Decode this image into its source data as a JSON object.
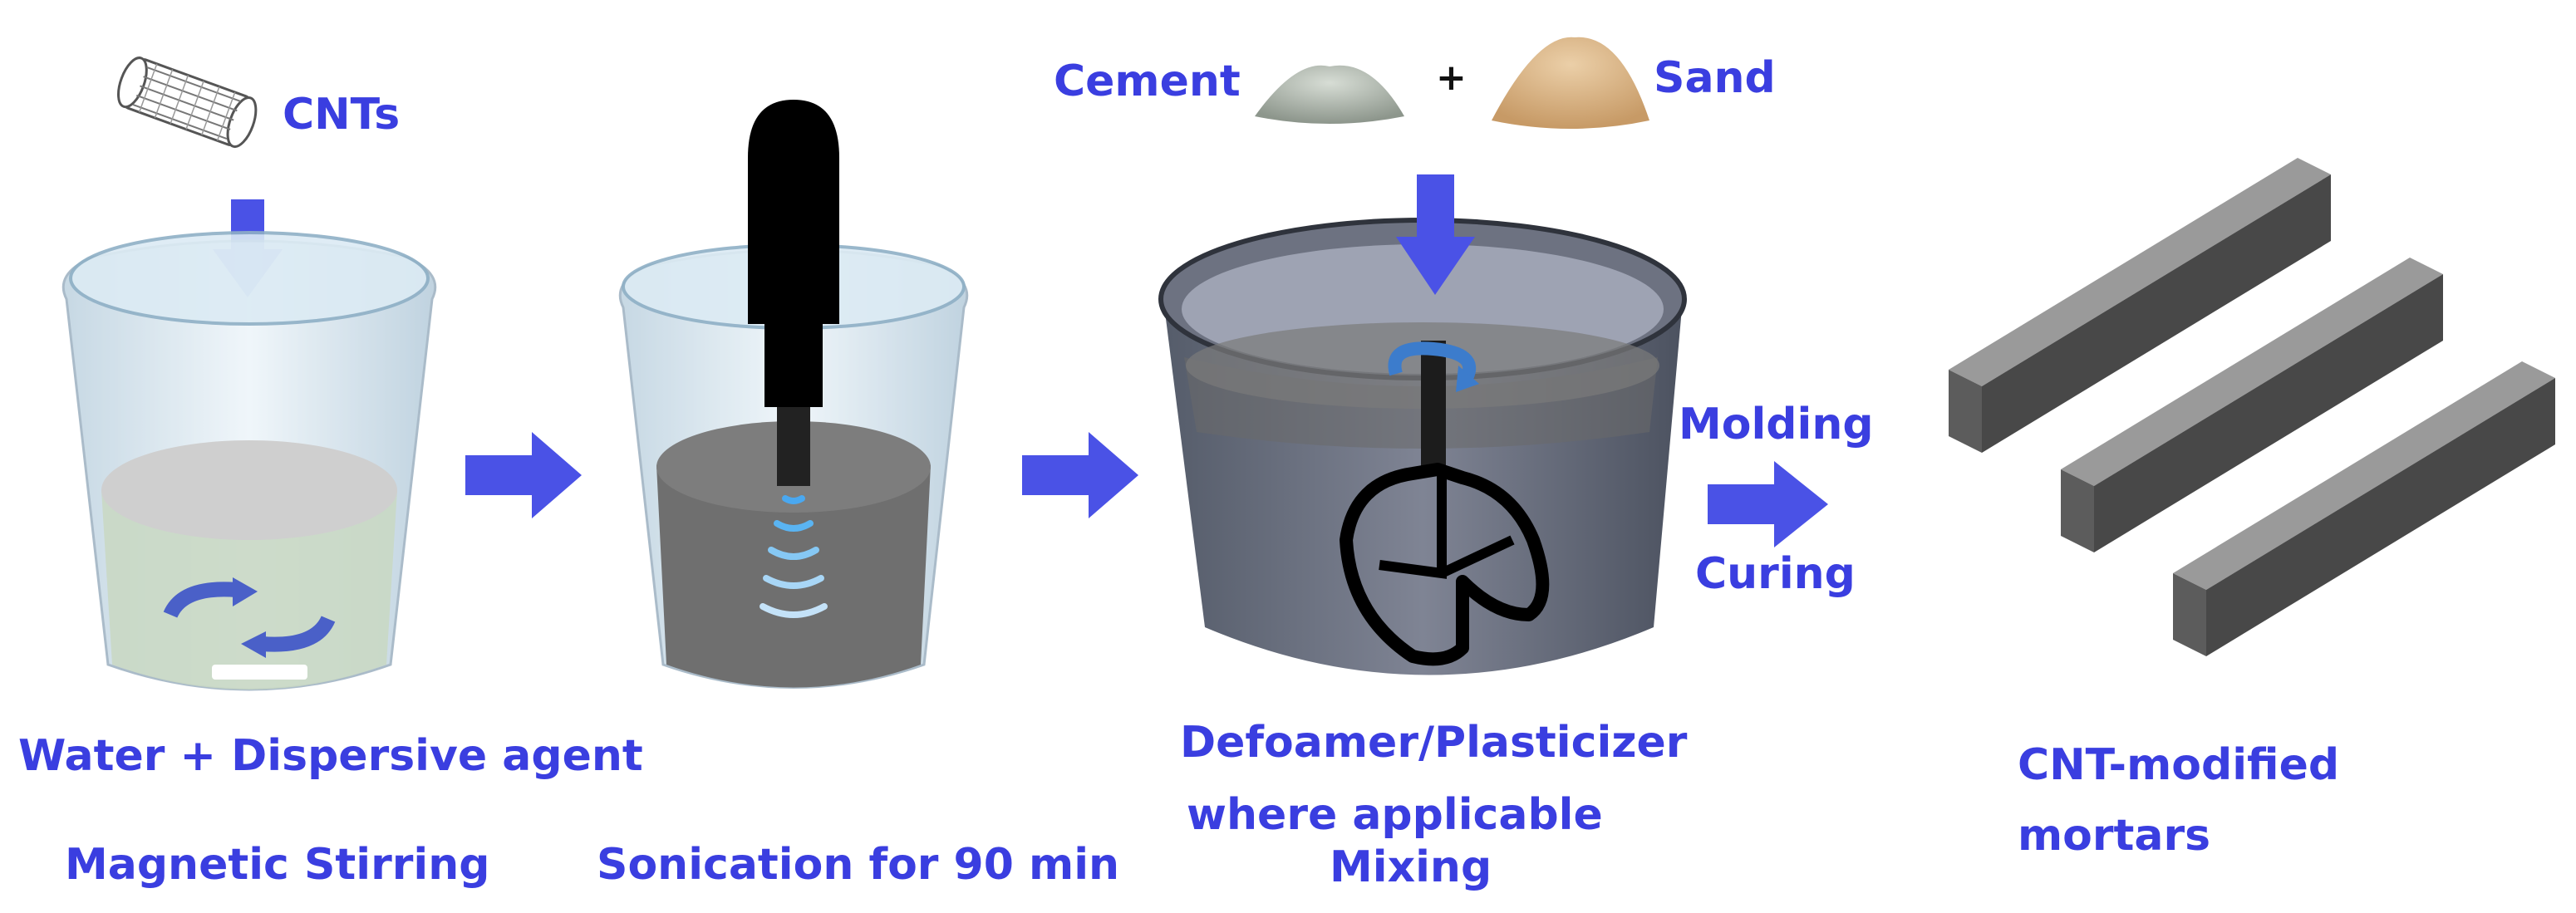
{
  "colors": {
    "label": "#3a3ee0",
    "arrow": "#4a52e6",
    "liquid_water": "#c9d8c4",
    "liquid_grey": "#6f6f6f",
    "mortar_bar": "#5a5a5a"
  },
  "labels": {
    "cnts": "CNTs",
    "cement": "Cement",
    "plus": "+",
    "sand": "Sand",
    "water_agent": "Water + Dispersive agent",
    "magnetic_stirring": "Magnetic Stirring",
    "sonication": "Sonication for 90 min",
    "defoamer": "Defoamer/Plasticizer",
    "where_applicable": "where applicable",
    "mixing": "Mixing",
    "molding": "Molding",
    "curing": "Curing",
    "cnt_modified_1": "CNT-modified",
    "cnt_modified_2": "mortars"
  },
  "icons": {
    "nanotube": "carbon-nanotube-icon",
    "stir": "rotation-arrows-icon",
    "probe": "sonicator-probe-icon",
    "paddle": "mixer-paddle-icon"
  }
}
